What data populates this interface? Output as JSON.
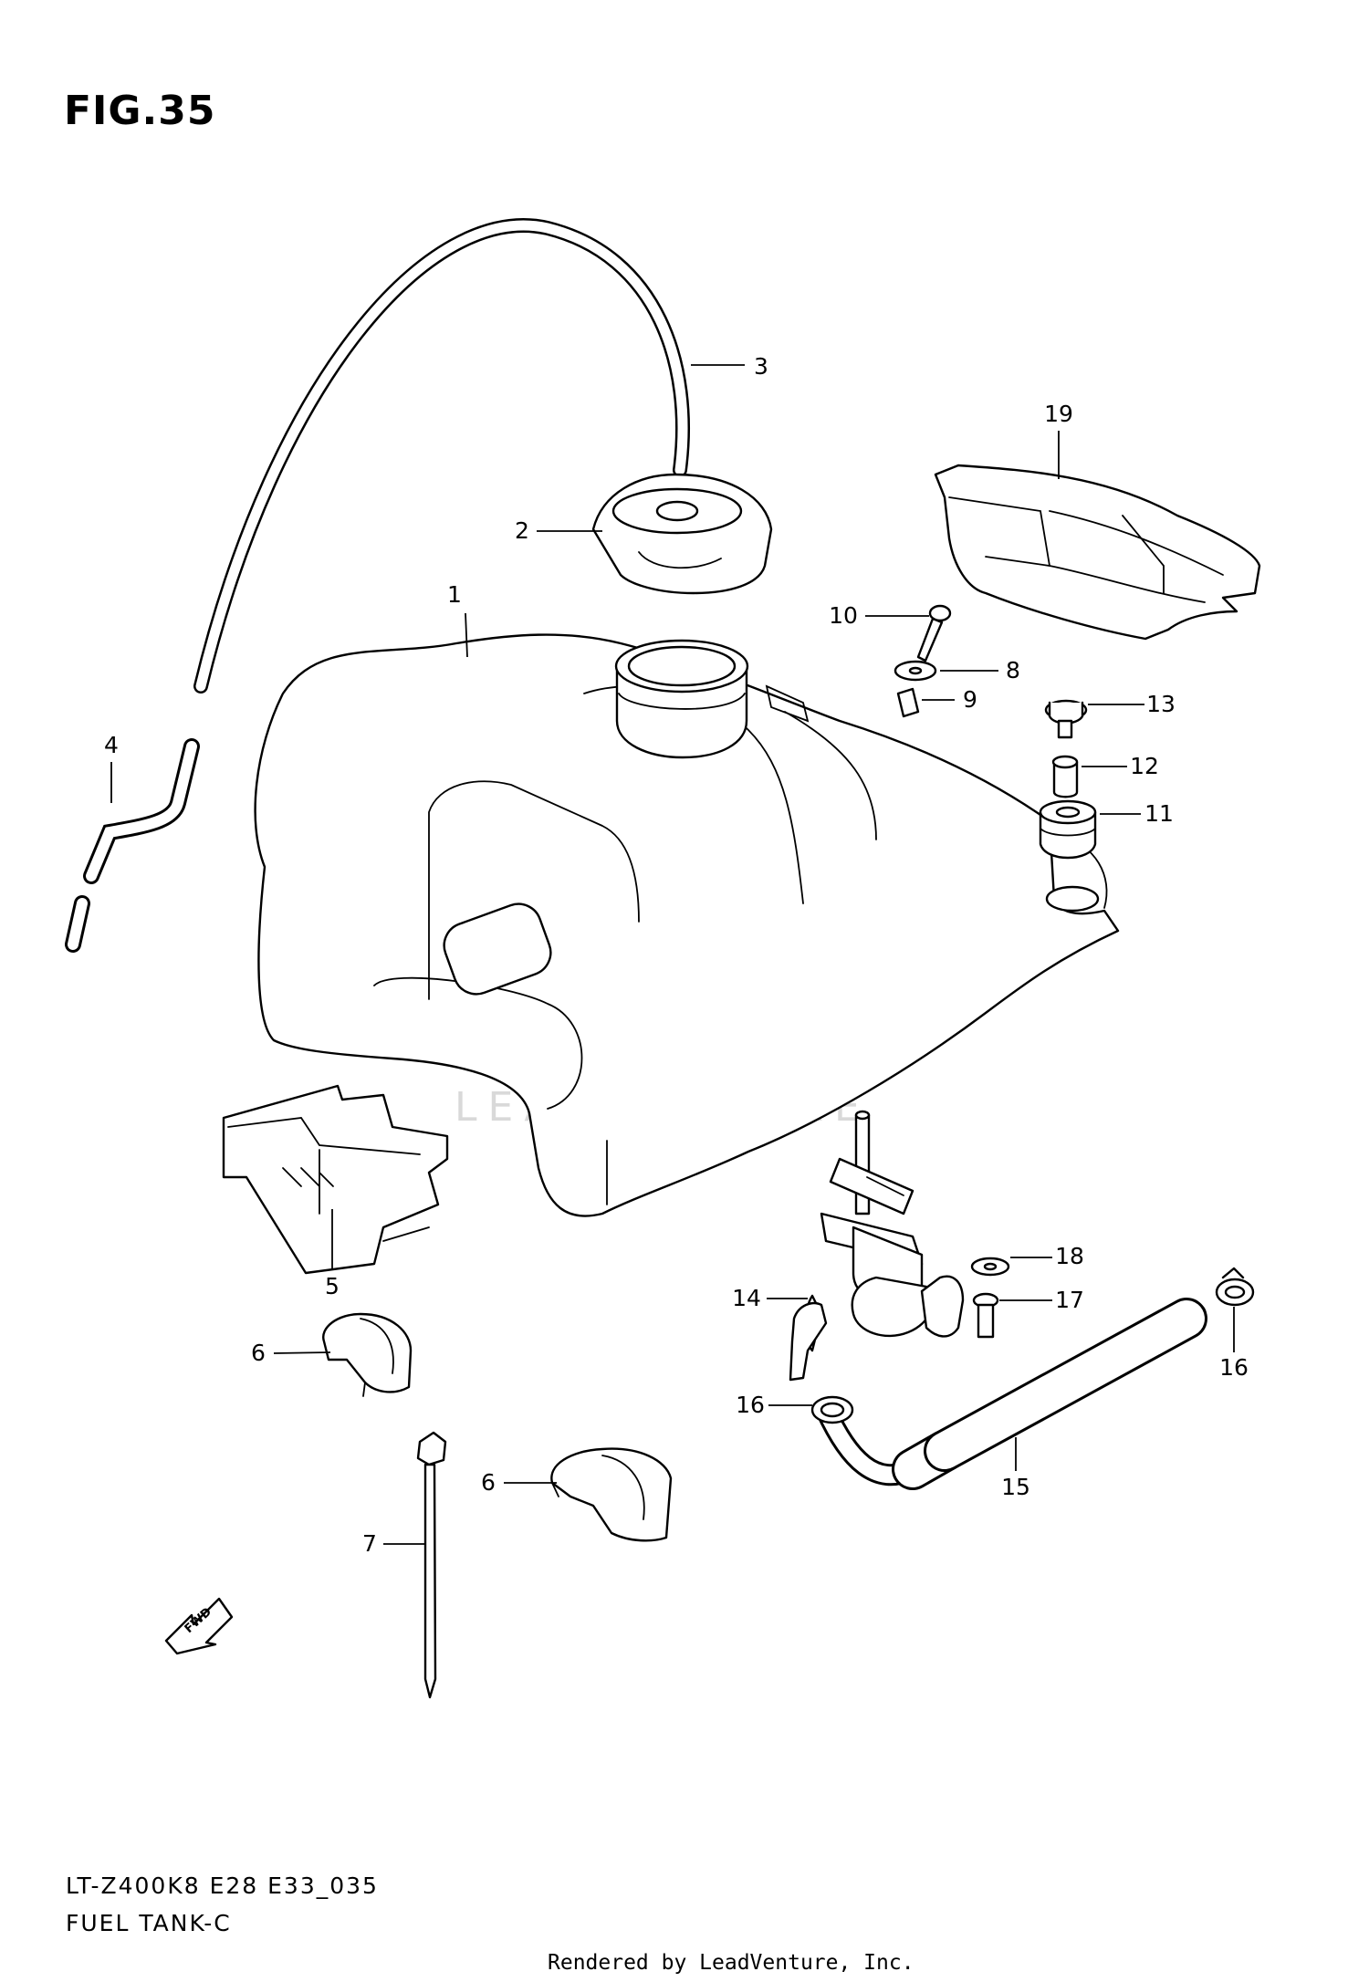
{
  "header": {
    "figure_title": "FIG.35"
  },
  "footer": {
    "model_code": "LT-Z400K8 E28 E33_035",
    "diagram_name": "FUEL TANK-C",
    "render_credit": "Rendered by LeadVenture, Inc."
  },
  "watermark": {
    "text": "LEADVENTURE"
  },
  "callouts": [
    {
      "id": "1",
      "label": "1"
    },
    {
      "id": "2",
      "label": "2"
    },
    {
      "id": "3",
      "label": "3"
    },
    {
      "id": "4",
      "label": "4"
    },
    {
      "id": "5",
      "label": "5"
    },
    {
      "id": "6a",
      "label": "6"
    },
    {
      "id": "6b",
      "label": "6"
    },
    {
      "id": "7",
      "label": "7"
    },
    {
      "id": "8",
      "label": "8"
    },
    {
      "id": "9",
      "label": "9"
    },
    {
      "id": "10",
      "label": "10"
    },
    {
      "id": "11",
      "label": "11"
    },
    {
      "id": "12",
      "label": "12"
    },
    {
      "id": "13",
      "label": "13"
    },
    {
      "id": "14",
      "label": "14"
    },
    {
      "id": "15",
      "label": "15"
    },
    {
      "id": "16a",
      "label": "16"
    },
    {
      "id": "16b",
      "label": "16"
    },
    {
      "id": "17",
      "label": "17"
    },
    {
      "id": "18",
      "label": "18"
    },
    {
      "id": "19",
      "label": "19"
    }
  ],
  "direction_marker": {
    "label": "FWD",
    "icon": "fwd-arrow-icon"
  }
}
